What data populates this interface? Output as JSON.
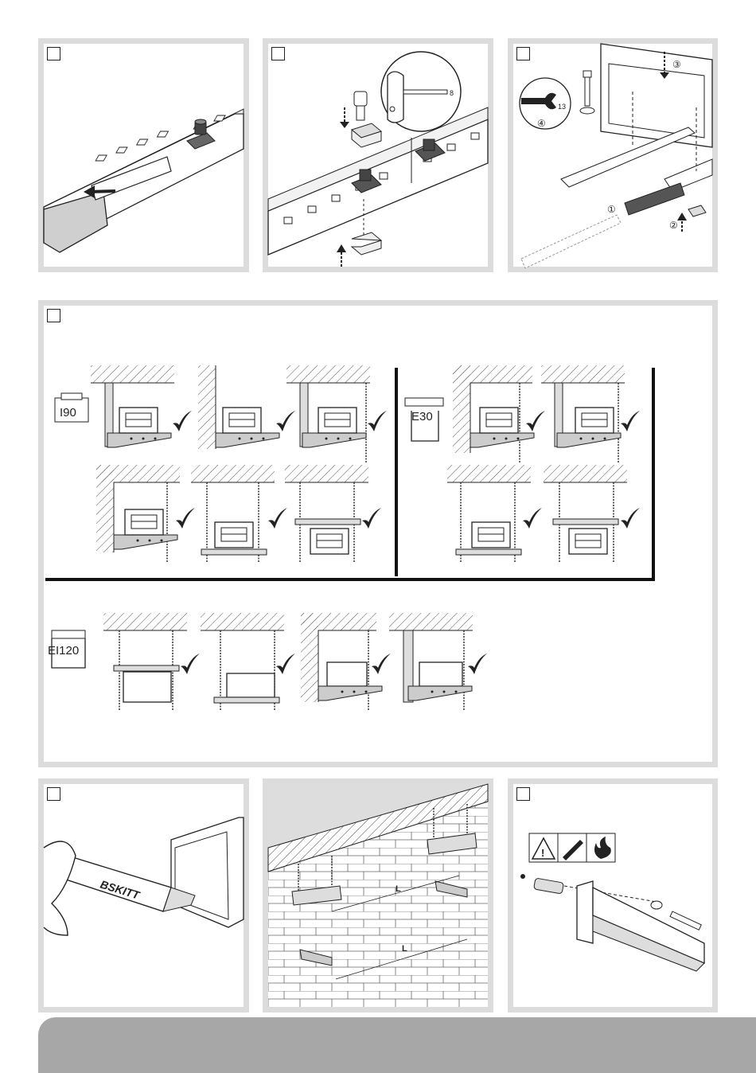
{
  "classes": {
    "i90": "I90",
    "e30": "E30",
    "ei120": "EI120"
  },
  "labels": {
    "sealant_brand": "BSKITT",
    "dim_length": "L",
    "wrench_size": "13",
    "key_size": "8"
  },
  "callouts": [
    "①",
    "②",
    "③",
    "④"
  ],
  "icons": {
    "approved": "check-mark-icon",
    "warning": "warning-triangle-icon",
    "dowel": "wall-plug-icon",
    "flame": "flame-icon"
  },
  "colors": {
    "panel_border": "#dcdcdc",
    "footer": "#a7a7a7",
    "line": "#222222"
  }
}
